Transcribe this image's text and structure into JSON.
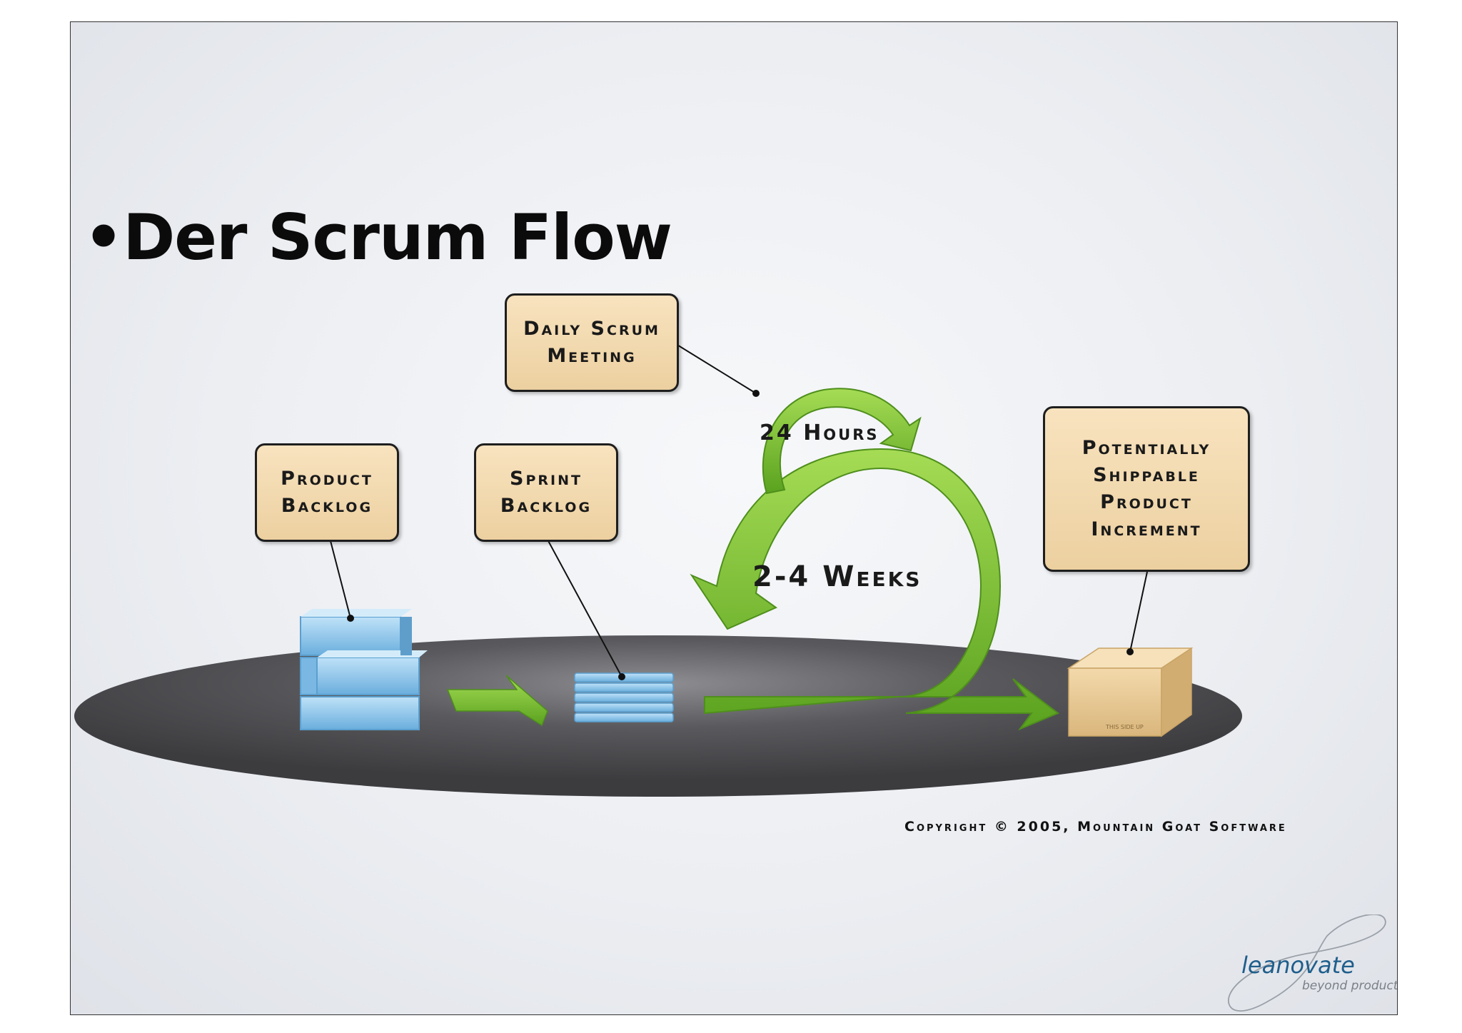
{
  "slide": {
    "title": "•Der Scrum Flow"
  },
  "diagram": {
    "labels": {
      "product_backlog": "Product\nBacklog",
      "sprint_backlog": "Sprint\nBacklog",
      "daily_scrum": "Daily Scrum\nMeeting",
      "increment": "Potentially\nShippable\nProduct\nIncrement"
    },
    "loop_small": "24 Hours",
    "loop_large": "2-4 Weeks",
    "box_marking": "THIS SIDE UP",
    "copyright": "Copyright © 2005, Mountain Goat Software"
  },
  "logo": {
    "name": "leanovate",
    "tagline": "beyond product"
  },
  "colors": {
    "label_fill": "#f2d9ac",
    "arrow_green": "#7cc23a",
    "stack_blue": "#8cc3e8",
    "platform": "#4a4a4d"
  }
}
